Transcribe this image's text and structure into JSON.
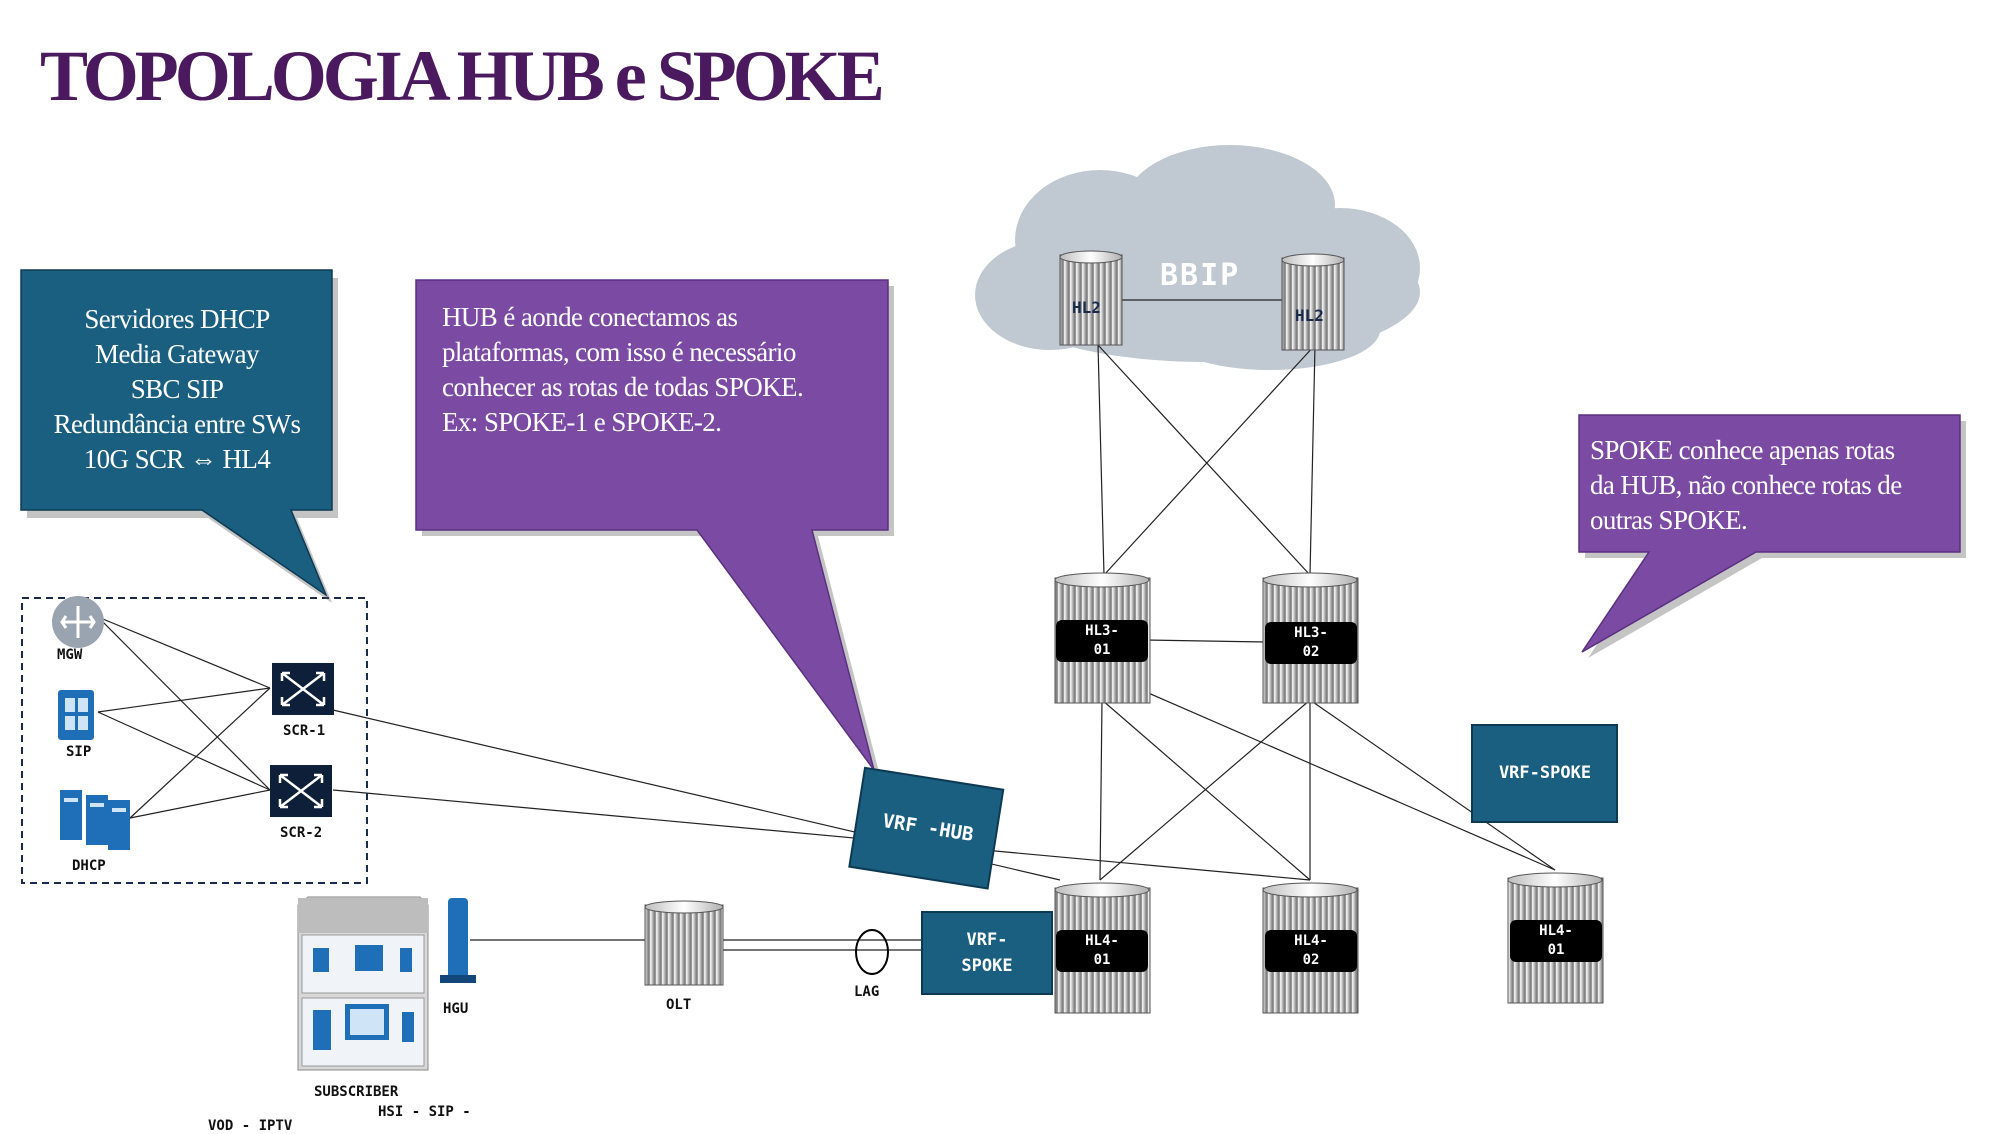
{
  "title": "TOPOLOGIA HUB e SPOKE",
  "callouts": {
    "dhcp": [
      "Servidores DHCP",
      "Media Gateway",
      "SBC SIP",
      "Redundância entre SWs",
      "10G SCR ⇔ HL4"
    ],
    "hub": [
      "HUB é aonde conectamos as",
      "plataformas, com isso é  necessário",
      "conhecer as rotas de todas SPOKE.",
      "Ex: SPOKE-1 e SPOKE-2."
    ],
    "spoke": [
      "SPOKE conhece apenas rotas",
      "da HUB, não conhece rotas de",
      "outras SPOKE."
    ]
  },
  "cloud_label": "BBIP",
  "nodes": {
    "hl2_left": "HL2",
    "hl2_right": "HL2",
    "hl3_01": [
      "HL3-",
      "01"
    ],
    "hl3_02": [
      "HL3-",
      "02"
    ],
    "hl4_01": [
      "HL4-",
      "01"
    ],
    "hl4_02": [
      "HL4-",
      "02"
    ],
    "hl4_01_spoke": [
      "HL4-",
      "01"
    ],
    "olt": "OLT",
    "lag": "LAG",
    "hgu": "HGU",
    "mgw": "MGW",
    "sip": "SIP",
    "dhcp": "DHCP",
    "scr1": "SCR-1",
    "scr2": "SCR-2",
    "subscriber": "SUBSCRIBER",
    "services_1": "HSI - SIP -",
    "services_2": "VOD - IPTV"
  },
  "vrf": {
    "hub": "VRF -HUB",
    "spoke_right": "VRF-SPOKE",
    "spoke_bottom": [
      "VRF-",
      "SPOKE"
    ]
  },
  "colors": {
    "title": "#4b1a5e",
    "teal_box": "#1a5e80",
    "purple_box": "#7b4ba4",
    "cloud": "#c0c8d2"
  }
}
